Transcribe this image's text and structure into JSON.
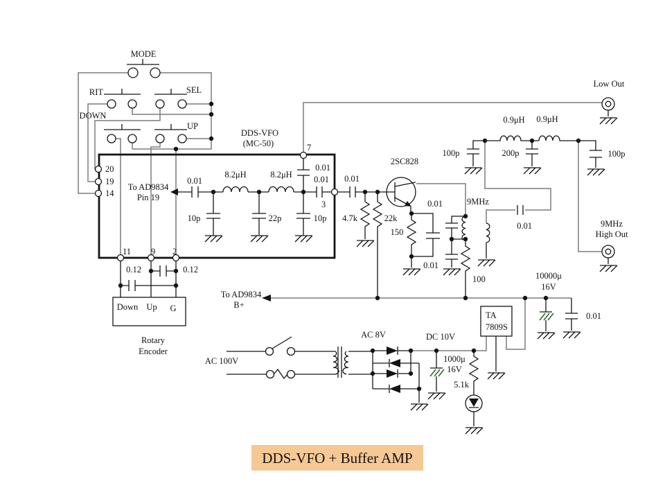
{
  "title": "DDS-VFO + Buffer AMP",
  "colors": {
    "title_bg": "#F6C894",
    "wire_gray": "#7B7B7B",
    "electrolytic_hatch": "#3A6B35"
  },
  "switches": {
    "mode": "MODE",
    "rit": "RIT",
    "sel": "SEL",
    "down": "DOWN",
    "up": "UP"
  },
  "module": {
    "name": "DDS-VFO",
    "sub": "(MC-50)",
    "pins": {
      "p20": "20",
      "p19": "19",
      "p14": "14",
      "p7": "7",
      "p3": "3",
      "p11": "11",
      "p9": "9",
      "p2": "2"
    }
  },
  "notes": {
    "pin19a": "To AD9834",
    "pin19b": "Pin 19",
    "bplusa": "To AD9834",
    "bplusb": "B+"
  },
  "filter": {
    "cin": "0.01",
    "l1": "8.2μH",
    "c1": "10p",
    "c2": "22p",
    "l2": "8.2μH",
    "c3": "10p",
    "c7": "0.01",
    "c3out": "0.01"
  },
  "amp": {
    "cc": "0.01",
    "rb1": "4.7k",
    "rb2": "22k",
    "q": "2SC828",
    "re": "150",
    "ce": "0.01",
    "ct": "0.01",
    "ift": "9MHz",
    "rf": "100",
    "cp": "0.01"
  },
  "lpf": {
    "c1": "100p",
    "c2": "200p",
    "c3": "100p",
    "l1": "0.9μH",
    "l2": "0.9μH"
  },
  "outputs": {
    "low": "Low Out",
    "high1": "9MHz",
    "high2": "High Out"
  },
  "encoder": {
    "cdown": "0.12",
    "cup": "0.12",
    "down": "Down",
    "up": "Up",
    "g": "G",
    "name1": "Rotary",
    "name2": "Encoder"
  },
  "psu": {
    "ac": "AC 100V",
    "ac8": "AC 8V",
    "dc": "DC 10V",
    "c1": "1000μ",
    "c1v": "16V",
    "reg1": "TA",
    "reg2": "7809S",
    "r1": "5.1k",
    "c2": "10000μ",
    "c2v": "16V",
    "c3": "0.01"
  }
}
